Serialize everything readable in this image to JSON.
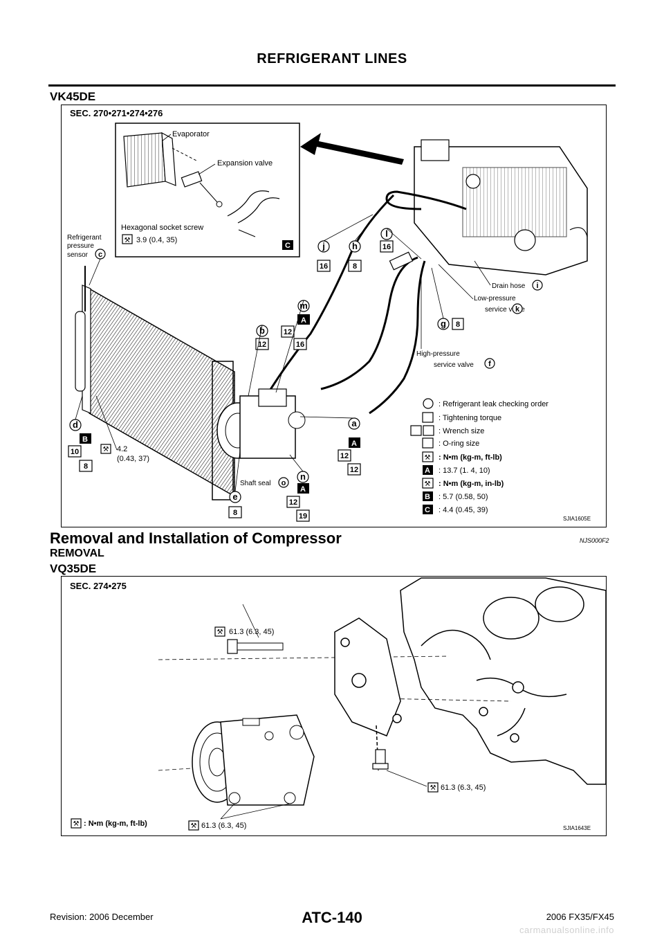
{
  "header": {
    "title": "REFRIGERANT LINES"
  },
  "vk45de": {
    "label": "VK45DE",
    "figure": {
      "sec": "SEC. 270•271•274•276",
      "inset": {
        "evaporator": "Evaporator",
        "expansion_valve": "Expansion valve",
        "hex_screw": "Hexagonal socket screw",
        "torque": "3.9 (0.4, 35)",
        "torque_letter": "C"
      },
      "sensor": {
        "line1": "Refrigerant",
        "line2": "pressure",
        "line3": "sensor",
        "letter": "c"
      },
      "callouts": {
        "drain_hose": "Drain hose",
        "drain_letter": "i",
        "low_line1": "Low-pressure",
        "low_line2": "service valve",
        "low_letter": "k",
        "high_line1": "High-pressure",
        "high_line2": "service valve",
        "high_letter": "f",
        "shaft_seal": "Shaft seal",
        "shaft_letter": "o",
        "torque_42": "4.2",
        "torque_42b": "(0.43, 37)"
      },
      "labels": {
        "j": "j",
        "h": "h",
        "l": "l",
        "m": "m",
        "b": "b",
        "g": "g",
        "d": "d",
        "a": "a",
        "n": "n",
        "e": "e",
        "b16a": "16",
        "b8a": "8",
        "b16b": "16",
        "bA1": "A",
        "b12a": "12",
        "b12b": "12",
        "b16c": "16",
        "bg8": "8",
        "bB": "B",
        "b10": "10",
        "b8b": "8",
        "bA2": "A",
        "b12c": "12",
        "b12d": "12",
        "bA3": "A",
        "b12e": "12",
        "b8c": "8",
        "b19": "19"
      },
      "legend": [
        {
          "text": ": Refrigerant leak checking order"
        },
        {
          "text": ": Tightening torque"
        },
        {
          "text": ": Wrench size"
        },
        {
          "text": ": O-ring size"
        },
        {
          "text": ": N•m (kg-m, ft-lb)"
        },
        {
          "letter": "A",
          "text": ": 13.7 (1. 4, 10)"
        },
        {
          "text": ": N•m (kg-m, in-lb)"
        },
        {
          "letter": "B",
          "text": ": 5.7 (0.58, 50)"
        },
        {
          "letter": "C",
          "text": ": 4.4 (0.45, 39)"
        }
      ],
      "code": "SJIA1605E"
    }
  },
  "section": {
    "title": "Removal and Installation of Compressor",
    "ref": "NJS000F2",
    "sub": "REMOVAL",
    "engine": "VQ35DE"
  },
  "vq35de": {
    "figure": {
      "sec": "SEC. 274•275",
      "torque_top": "61.3 (6.3, 45)",
      "torque_right": "61.3 (6.3, 45)",
      "torque_bottom": "61.3 (6.3, 45)",
      "unit": ": N•m (kg-m, ft-lb)",
      "code": "SJIA1643E"
    }
  },
  "footer": {
    "revision": "Revision: 2006 December",
    "page": "ATC-140",
    "model": "2006 FX35/FX45",
    "watermark": "carmanualsonline.info"
  }
}
